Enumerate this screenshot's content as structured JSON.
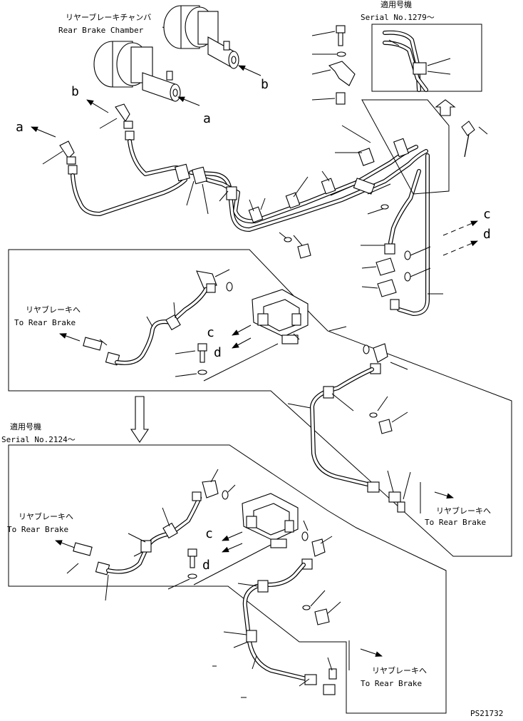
{
  "top": {
    "chamber_ja": "リヤーブレーキチャンバ",
    "chamber_en": "Rear Brake Chamber",
    "serial_ja": "適用号機",
    "serial_en": "Serial No.1279～"
  },
  "callouts": {
    "a": "a",
    "b": "b",
    "c": "c",
    "d": "d"
  },
  "panel1": {
    "to_rear_ja": "リヤブレーキへ",
    "to_rear_en": "To Rear Brake",
    "right_ja": "リヤブレーキへ",
    "right_en": "To Rear Brake"
  },
  "panel2": {
    "serial_ja": "適用号機",
    "serial_en": "Serial No.2124～",
    "to_rear_ja": "リヤブレーキへ",
    "to_rear_en": "To Rear Brake",
    "right_ja": "リヤブレーキへ",
    "right_en": "To Rear Brake"
  },
  "page_code": "PS21732"
}
